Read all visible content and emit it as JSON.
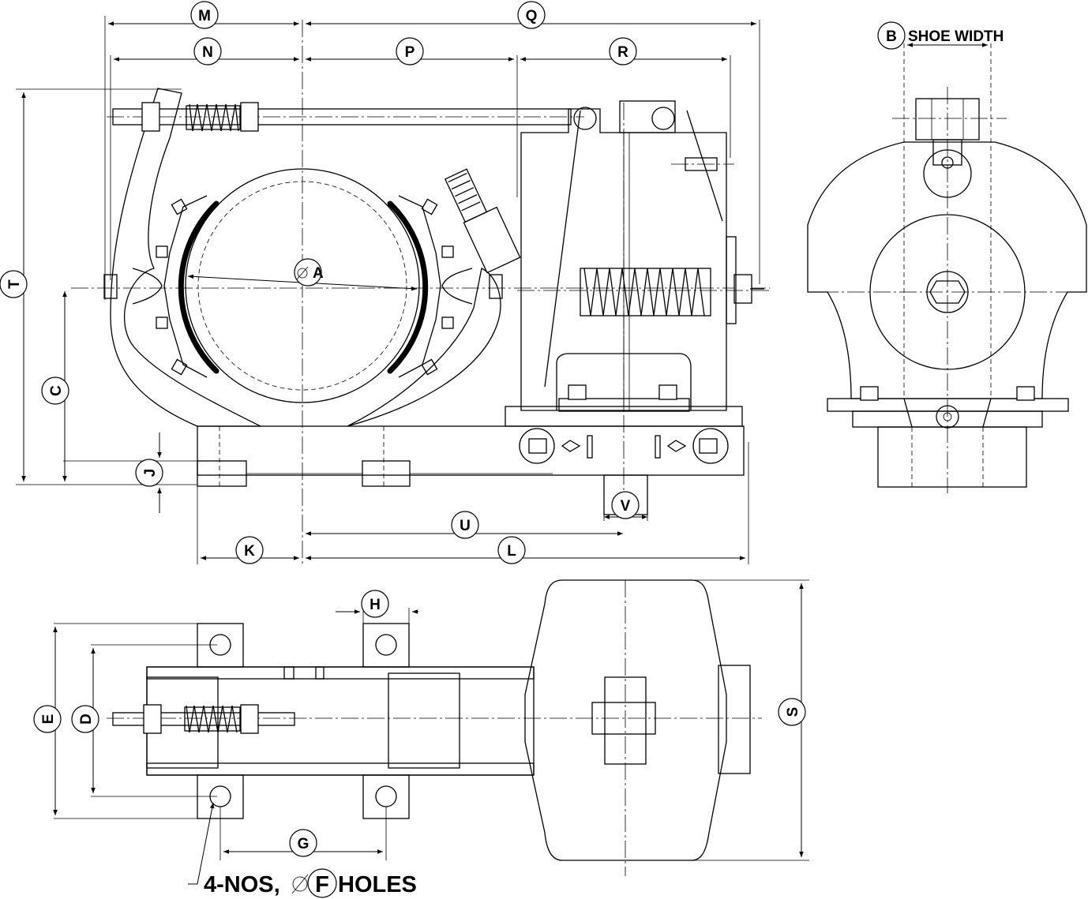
{
  "labels": {
    "M": "M",
    "Q": "Q",
    "N": "N",
    "P": "P",
    "R": "R",
    "B": "B",
    "shoe_width": "SHOE WIDTH",
    "T": "T",
    "A": "A",
    "C": "C",
    "J": "J",
    "V": "V",
    "U": "U",
    "K": "K",
    "L": "L",
    "H": "H",
    "E": "E",
    "D": "D",
    "S": "S",
    "G": "G",
    "F": "F",
    "holes_prefix": "4-NOS,",
    "holes_suffix": "HOLES"
  }
}
